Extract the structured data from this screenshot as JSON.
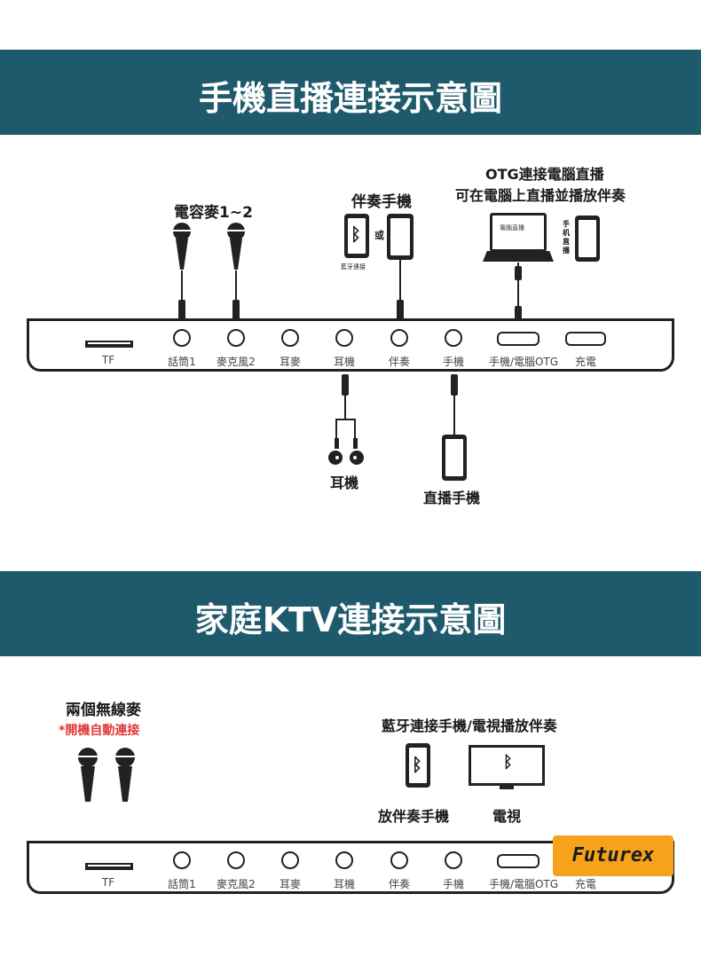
{
  "section1": {
    "title": "手機直播連接示意圖",
    "mic_label": "電容麥1~2",
    "accompany_phone_label": "伴奏手機",
    "or_label": "或",
    "bt_label": "藍牙連接",
    "otg_title": "OTG連接電腦直播",
    "otg_subtitle": "可在電腦上直播並播放伴奏",
    "laptop_screen_label": "電腦直播",
    "phone_vertical_label": "手机直播",
    "earphone_label": "耳機",
    "live_phone_label": "直播手機",
    "ports": [
      "TF",
      "話筒1",
      "麥克風2",
      "耳麥",
      "耳機",
      "伴奏",
      "手機",
      "手機/電腦OTG",
      "充電"
    ]
  },
  "section2": {
    "title": "家庭KTV連接示意圖",
    "wireless_mic_label": "兩個無線麥",
    "auto_connect_note": "*開機自動連接",
    "bt_title": "藍牙連接手機/電視播放伴奏",
    "phone_label": "放伴奏手機",
    "tv_label": "電視",
    "ports": [
      "TF",
      "話筒1",
      "麥克風2",
      "耳麥",
      "耳機",
      "伴奏",
      "手機",
      "手機/電腦OTG",
      "充電"
    ]
  },
  "watermark": "Futurex",
  "colors": {
    "banner": "#1f5a6c",
    "note_red": "#e23b3b",
    "stamp": "#f6a21b"
  },
  "icons": [
    "microphone-icon",
    "phone-icon",
    "bluetooth-icon",
    "laptop-icon",
    "earphone-icon",
    "tv-icon"
  ]
}
